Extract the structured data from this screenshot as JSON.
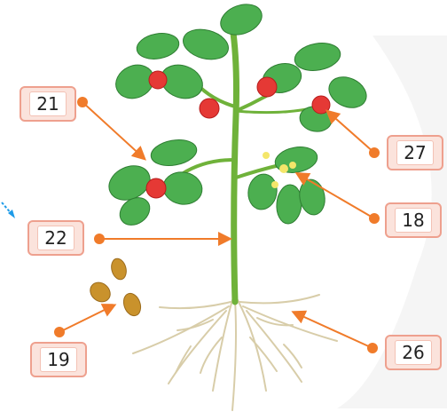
{
  "labels": {
    "leaf_top_left": "21",
    "stem": "22",
    "seeds": "19",
    "fruit": "27",
    "flower": "18",
    "root": "26"
  },
  "colors": {
    "leader_line": "#f07b2a",
    "leader_dot": "#f07b2a",
    "label_border": "#eea08e",
    "label_fill": "#fbe3dc",
    "leaf": "#4caf50",
    "fruit": "#e53935",
    "stem": "#6fb23a",
    "root": "#d8cda9",
    "seed": "#c9922c",
    "watermark": "#e8e8e8",
    "partial_arrow": "#1e9be8"
  },
  "icons": [
    "tomato-plant-illustration",
    "seed-icon",
    "flower-icon"
  ]
}
